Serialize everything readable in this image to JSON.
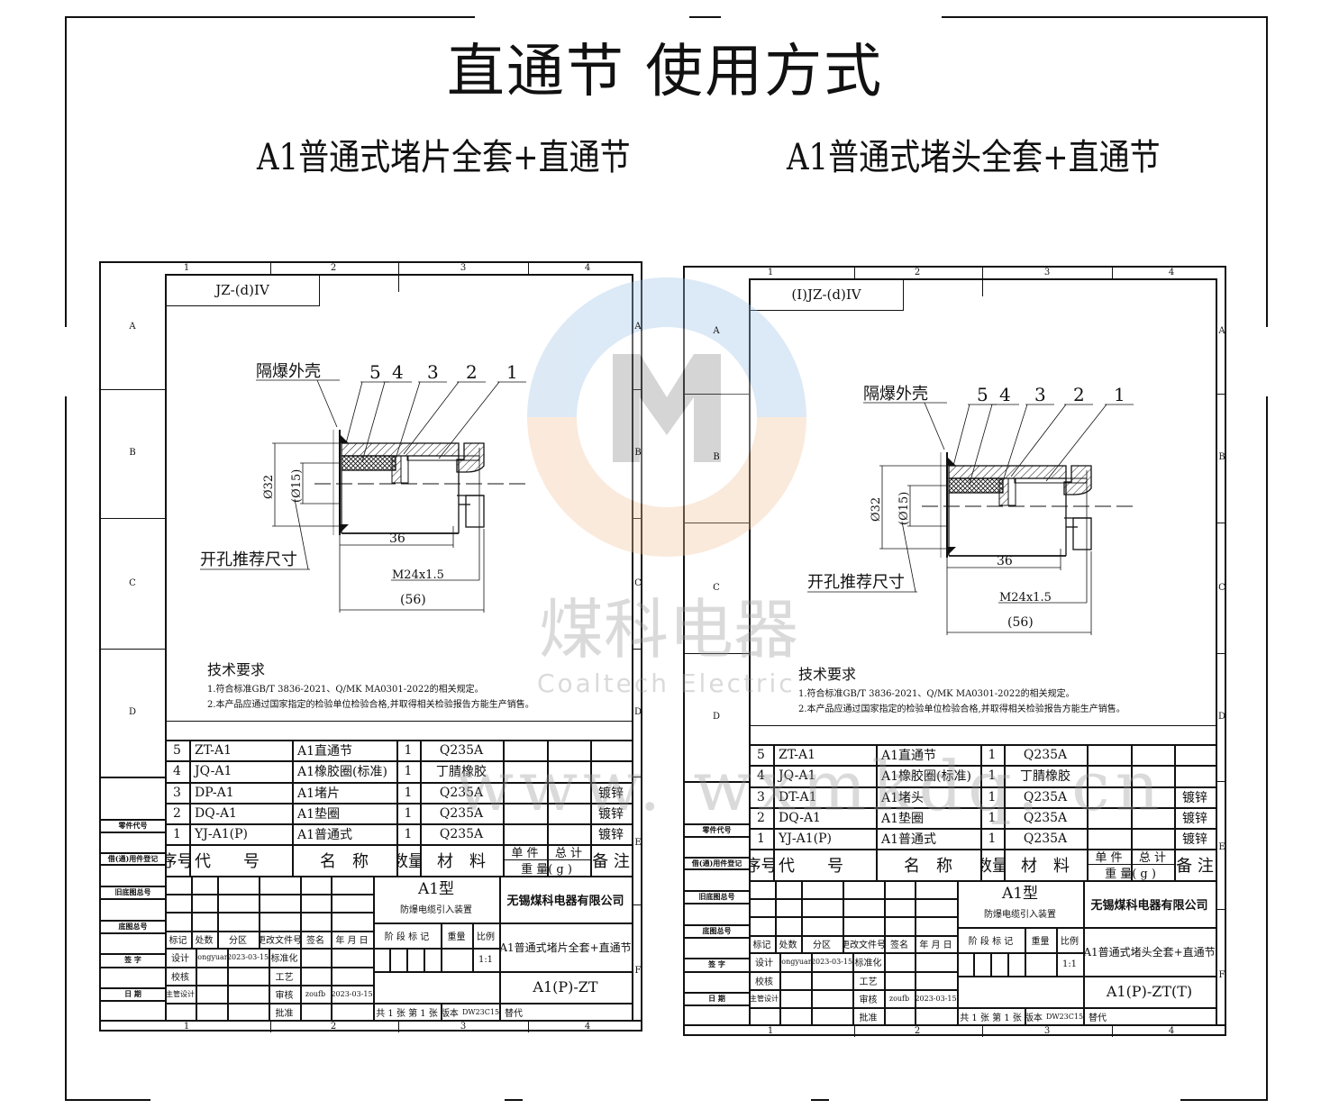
{
  "header": {
    "title": "直通节  使用方式",
    "left_subtitle": "A1普通式堵片全套+直通节",
    "right_subtitle": "A1普通式堵头全套+直通节"
  },
  "watermark": {
    "brand_cn": "煤科电器",
    "brand_en": "Coaltech Electric",
    "url": "www. wxmkdq. cn"
  },
  "zones": {
    "columns": [
      "1",
      "2",
      "3",
      "4"
    ],
    "rows": [
      "A",
      "B",
      "C",
      "D",
      "E",
      "F"
    ]
  },
  "sheets": [
    {
      "code_label": "JZ-(d)IV",
      "drawing": {
        "shell": "隔爆外壳",
        "items": [
          "5",
          "4",
          "3",
          "2",
          "1"
        ],
        "hole": "开孔推荐尺寸",
        "d32": "Ø32",
        "d15": "(Ø15)",
        "l36": "36",
        "thread": "M24x1.5",
        "l56": "(56)"
      },
      "tech": {
        "title": "技术要求",
        "lines": [
          "1.符合标准GB/T 3836-2021、Q/MK MA0301-2022的相关规定。",
          "2.本产品应通过国家指定的检验单位检验合格,并取得相关检验报告方能生产销售。"
        ]
      },
      "parts": [
        {
          "no": "5",
          "code": "ZT-A1",
          "name": "A1直通节",
          "qty": "1",
          "material": "Q235A",
          "note": ""
        },
        {
          "no": "4",
          "code": "JQ-A1",
          "name": "A1橡胶圈(标准)",
          "qty": "1",
          "material": "丁腈橡胶",
          "note": ""
        },
        {
          "no": "3",
          "code": "DP-A1",
          "name": "A1堵片",
          "qty": "1",
          "material": "Q235A",
          "note": "镀锌"
        },
        {
          "no": "2",
          "code": "DQ-A1",
          "name": "A1垫圈",
          "qty": "1",
          "material": "Q235A",
          "note": "镀锌"
        },
        {
          "no": "1",
          "code": "YJ-A1(P)",
          "name": "A1普通式",
          "qty": "1",
          "material": "Q235A",
          "note": "镀锌"
        }
      ],
      "part_headers": {
        "no": "序号",
        "code": "代　　号",
        "name": "名　称",
        "qty": "数量",
        "material": "材　料",
        "unit": "单 件",
        "total": "总 计",
        "weight": "重 量( g )",
        "note": "备 注"
      },
      "side_labels": [
        "零件代号",
        "借(通)用件登记",
        "旧底图总号",
        "底图总号",
        "签 字",
        "日 期"
      ],
      "title_block": {
        "rev_headers": [
          "标记",
          "处数",
          "分区",
          "更改文件号",
          "签名",
          "年 月 日"
        ],
        "design": "设计",
        "designer": "zongyuan",
        "design_date": "2023-03-15",
        "standard": "标准化",
        "check": "校核",
        "process": "工艺",
        "chief": "主管设计",
        "review": "审核",
        "reviewer": "zoufb",
        "review_date": "2023-03-15",
        "approve": "批准",
        "product_type": "A1型",
        "product_name": "防爆电缆引入装置",
        "company": "无锡煤科电器有限公司",
        "stage": "阶 段 标 记",
        "weight": "重量",
        "scale_label": "比例",
        "scale": "1:1",
        "drawing_title": "A1普通式堵片全套+直通节",
        "drawing_no": "A1(P)-ZT",
        "sheets": "共 1 张  第 1 张",
        "version_label": "版本",
        "version": "DW23C15",
        "replace": "替代"
      }
    },
    {
      "code_label": "(I)JZ-(d)IV",
      "drawing": {
        "shell": "隔爆外壳",
        "items": [
          "5",
          "4",
          "3",
          "2",
          "1"
        ],
        "hole": "开孔推荐尺寸",
        "d32": "Ø32",
        "d15": "(Ø15)",
        "l36": "36",
        "thread": "M24x1.5",
        "l56": "(56)"
      },
      "tech": {
        "title": "技术要求",
        "lines": [
          "1.符合标准GB/T 3836-2021、Q/MK MA0301-2022的相关规定。",
          "2.本产品应通过国家指定的检验单位检验合格,并取得相关检验报告方能生产销售。"
        ]
      },
      "parts": [
        {
          "no": "5",
          "code": "ZT-A1",
          "name": "A1直通节",
          "qty": "1",
          "material": "Q235A",
          "note": ""
        },
        {
          "no": "4",
          "code": "JQ-A1",
          "name": "A1橡胶圈(标准)",
          "qty": "1",
          "material": "丁腈橡胶",
          "note": ""
        },
        {
          "no": "3",
          "code": "DT-A1",
          "name": "A1堵头",
          "qty": "1",
          "material": "Q235A",
          "note": "镀锌"
        },
        {
          "no": "2",
          "code": "DQ-A1",
          "name": "A1垫圈",
          "qty": "1",
          "material": "Q235A",
          "note": "镀锌"
        },
        {
          "no": "1",
          "code": "YJ-A1(P)",
          "name": "A1普通式",
          "qty": "1",
          "material": "Q235A",
          "note": "镀锌"
        }
      ],
      "part_headers": {
        "no": "序号",
        "code": "代　　号",
        "name": "名　称",
        "qty": "数量",
        "material": "材　料",
        "unit": "单 件",
        "total": "总 计",
        "weight": "重 量( g )",
        "note": "备 注"
      },
      "side_labels": [
        "零件代号",
        "借(通)用件登记",
        "旧底图总号",
        "底图总号",
        "签 字",
        "日 期"
      ],
      "title_block": {
        "rev_headers": [
          "标记",
          "处数",
          "分区",
          "更改文件号",
          "签名",
          "年 月 日"
        ],
        "design": "设计",
        "designer": "zongyuan",
        "design_date": "2023-03-15",
        "standard": "标准化",
        "check": "校核",
        "process": "工艺",
        "chief": "主管设计",
        "review": "审核",
        "reviewer": "zoufb",
        "review_date": "2023-03-15",
        "approve": "批准",
        "product_type": "A1型",
        "product_name": "防爆电缆引入装置",
        "company": "无锡煤科电器有限公司",
        "stage": "阶 段 标 记",
        "weight": "重量",
        "scale_label": "比例",
        "scale": "1:1",
        "drawing_title": "A1普通式堵头全套+直通节",
        "drawing_no": "A1(P)-ZT(T)",
        "sheets": "共 1 张  第 1 张",
        "version_label": "版本",
        "version": "DW23C15",
        "replace": "替代"
      }
    }
  ],
  "colors": {
    "line": "#111111",
    "watermark": "#969696",
    "logo_top": "#9ec3e6",
    "logo_bottom": "#f3c49a"
  }
}
